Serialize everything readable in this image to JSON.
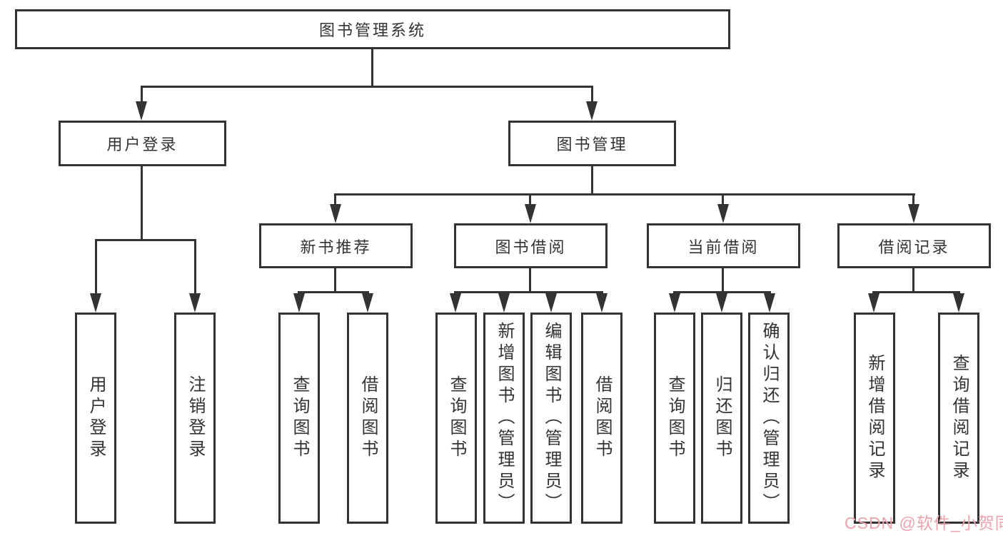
{
  "diagram_title": "图书管理系统",
  "colors": {
    "line": "#333333",
    "box_border": "#333333",
    "box_fill": "#ffffff",
    "text": "#333333",
    "watermark": "#eda3ac",
    "background": "#ffffff"
  },
  "watermark": {
    "text": "CSDN @软件_小贺同学"
  },
  "tree": {
    "label": "图书管理系统",
    "children": [
      {
        "label": "用户登录",
        "children": [
          {
            "label": "用户登录"
          },
          {
            "label": "注销登录"
          }
        ]
      },
      {
        "label": "图书管理",
        "children": [
          {
            "label": "新书推荐",
            "children": [
              {
                "label": "查询图书"
              },
              {
                "label": "借阅图书"
              }
            ]
          },
          {
            "label": "图书借阅",
            "children": [
              {
                "label": "查询图书"
              },
              {
                "label": "新增图书（管理员）"
              },
              {
                "label": "编辑图书（管理员）"
              },
              {
                "label": "借阅图书"
              }
            ]
          },
          {
            "label": "当前借阅",
            "children": [
              {
                "label": "查询图书"
              },
              {
                "label": "归还图书"
              },
              {
                "label": "确认归还（管理员）"
              }
            ]
          },
          {
            "label": "借阅记录",
            "children": [
              {
                "label": "新增借阅记录"
              },
              {
                "label": "查询借阅记录"
              }
            ]
          }
        ]
      }
    ]
  }
}
